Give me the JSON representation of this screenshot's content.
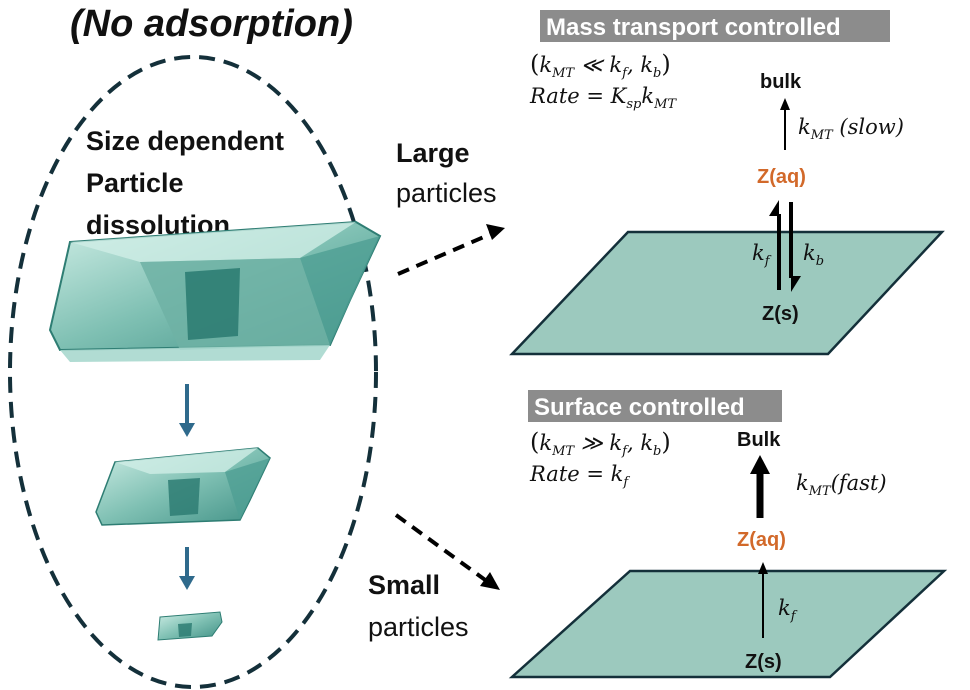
{
  "title": "(No adsorption)",
  "left_panel": {
    "caption_lines": [
      "Size dependent",
      "Particle",
      "dissolution"
    ]
  },
  "arrow_labels": {
    "large": {
      "bold": "Large",
      "rest": "particles"
    },
    "small": {
      "bold": "Small",
      "rest": "particles"
    }
  },
  "mass_transport": {
    "banner": "Mass transport controlled",
    "condition": {
      "open": "(",
      "k": "k",
      "k_sub": "MT",
      "rel": " ≪ k",
      "kf_sub": "f",
      "comma": ", k",
      "kb_sub": "b",
      "close": ")"
    },
    "rate": {
      "lhs": "Rate = K",
      "ksp_sub": "sp",
      "k": "k",
      "kmt_sub": "MT"
    },
    "bulk_label": "bulk",
    "kmt_label": {
      "k": "k",
      "sub": "MT",
      "rest": " (slow)"
    },
    "zaq_label": "Z(aq)",
    "kf_label": {
      "k": "k",
      "sub": "f"
    },
    "kb_label": {
      "k": "k",
      "sub": "b"
    },
    "zs_label": "Z(s)"
  },
  "surface": {
    "banner": "Surface controlled",
    "condition": {
      "open": "(",
      "k": "k",
      "k_sub": "MT",
      "rel": " ≫ k",
      "kf_sub": "f",
      "comma": ", k",
      "kb_sub": "b",
      "close": ")"
    },
    "rate": {
      "lhs": "Rate = k",
      "kf_sub": "f"
    },
    "bulk_label": "Bulk",
    "kmt_label": {
      "k": "k",
      "sub": "MT",
      "rest": "(fast)"
    },
    "zaq_label": "Z(aq)",
    "kf_label": {
      "k": "k",
      "sub": "f"
    },
    "zs_label": "Z(s)"
  },
  "colors": {
    "plane_fill": "#9cc9be",
    "plane_stroke": "#14303a",
    "banner_bg": "#8c8c8c",
    "banner_text": "#ffffff",
    "zaq_orange": "#d2692a",
    "down_arrow": "#2f6a8c",
    "ellipse_stroke": "#14303a",
    "crystal_main": "#7fc0b3",
    "crystal_dark": "#2e7d73",
    "crystal_light": "#d8f0ea"
  }
}
